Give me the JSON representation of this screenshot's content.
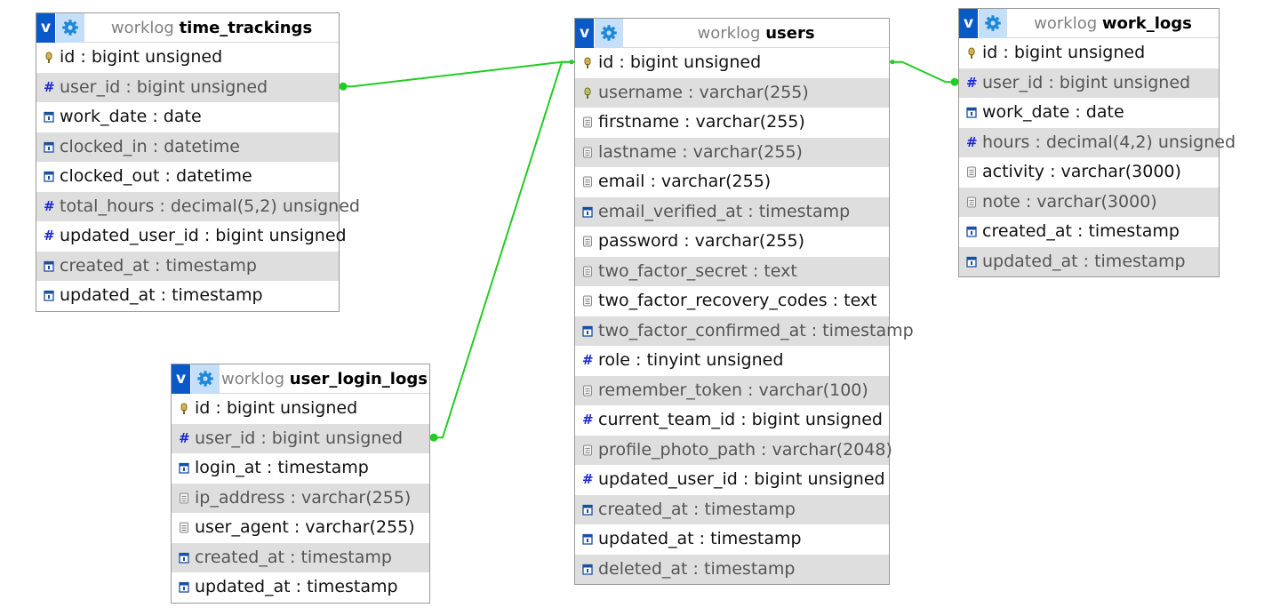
{
  "schema": "worklog",
  "tables": [
    {
      "key": "time_trackings",
      "schema": "worklog",
      "name": "time_trackings",
      "rows": [
        {
          "text": "id : bigint unsigned",
          "icon": "primary-key-icon"
        },
        {
          "text": "user_id : bigint unsigned",
          "icon": "numeric-icon"
        },
        {
          "text": "work_date : date",
          "icon": "date-icon"
        },
        {
          "text": "clocked_in : datetime",
          "icon": "date-icon"
        },
        {
          "text": "clocked_out : datetime",
          "icon": "date-icon"
        },
        {
          "text": "total_hours : decimal(5,2) unsigned",
          "icon": "numeric-icon"
        },
        {
          "text": "updated_user_id : bigint unsigned",
          "icon": "numeric-icon"
        },
        {
          "text": "created_at : timestamp",
          "icon": "date-icon"
        },
        {
          "text": "updated_at : timestamp",
          "icon": "date-icon"
        }
      ]
    },
    {
      "key": "user_login_logs",
      "schema": "worklog",
      "name": "user_login_logs",
      "rows": [
        {
          "text": "id : bigint unsigned",
          "icon": "primary-key-icon"
        },
        {
          "text": "user_id : bigint unsigned",
          "icon": "numeric-icon"
        },
        {
          "text": "login_at : timestamp",
          "icon": "date-icon"
        },
        {
          "text": "ip_address : varchar(255)",
          "icon": "text-icon"
        },
        {
          "text": "user_agent : varchar(255)",
          "icon": "text-icon"
        },
        {
          "text": "created_at : timestamp",
          "icon": "date-icon"
        },
        {
          "text": "updated_at : timestamp",
          "icon": "date-icon"
        }
      ]
    },
    {
      "key": "users",
      "schema": "worklog",
      "name": "users",
      "rows": [
        {
          "text": "id : bigint unsigned",
          "icon": "primary-key-icon"
        },
        {
          "text": "username : varchar(255)",
          "icon": "unique-key-icon"
        },
        {
          "text": "firstname : varchar(255)",
          "icon": "text-icon"
        },
        {
          "text": "lastname : varchar(255)",
          "icon": "text-icon"
        },
        {
          "text": "email : varchar(255)",
          "icon": "text-icon"
        },
        {
          "text": "email_verified_at : timestamp",
          "icon": "date-icon"
        },
        {
          "text": "password : varchar(255)",
          "icon": "text-icon"
        },
        {
          "text": "two_factor_secret : text",
          "icon": "text-icon"
        },
        {
          "text": "two_factor_recovery_codes : text",
          "icon": "text-icon"
        },
        {
          "text": "two_factor_confirmed_at : timestamp",
          "icon": "date-icon"
        },
        {
          "text": "role : tinyint unsigned",
          "icon": "numeric-icon"
        },
        {
          "text": "remember_token : varchar(100)",
          "icon": "text-icon"
        },
        {
          "text": "current_team_id : bigint unsigned",
          "icon": "numeric-icon"
        },
        {
          "text": "profile_photo_path : varchar(2048)",
          "icon": "text-icon"
        },
        {
          "text": "updated_user_id : bigint unsigned",
          "icon": "numeric-icon"
        },
        {
          "text": "created_at : timestamp",
          "icon": "date-icon"
        },
        {
          "text": "updated_at : timestamp",
          "icon": "date-icon"
        },
        {
          "text": "deleted_at : timestamp",
          "icon": "date-icon"
        }
      ]
    },
    {
      "key": "work_logs",
      "schema": "worklog",
      "name": "work_logs",
      "rows": [
        {
          "text": "id : bigint unsigned",
          "icon": "primary-key-icon"
        },
        {
          "text": "user_id : bigint unsigned",
          "icon": "numeric-icon"
        },
        {
          "text": "work_date : date",
          "icon": "date-icon"
        },
        {
          "text": "hours : decimal(4,2) unsigned",
          "icon": "numeric-icon"
        },
        {
          "text": "activity : varchar(3000)",
          "icon": "text-icon"
        },
        {
          "text": "note : varchar(3000)",
          "icon": "text-icon"
        },
        {
          "text": "created_at : timestamp",
          "icon": "date-icon"
        },
        {
          "text": "updated_at : timestamp",
          "icon": "date-icon"
        }
      ]
    }
  ],
  "relations": [
    {
      "from_table": "time_trackings",
      "from_column": "user_id",
      "to_table": "users",
      "to_column": "id"
    },
    {
      "from_table": "user_login_logs",
      "from_column": "user_id",
      "to_table": "users",
      "to_column": "id"
    },
    {
      "from_table": "work_logs",
      "from_column": "user_id",
      "to_table": "users",
      "to_column": "id"
    }
  ],
  "colors": {
    "relation_line": "#22cc22",
    "header_v_button": "#0a59c9",
    "header_gear_button": "#c4dff7",
    "alt_row": "#dedede",
    "numeric_icon": "#1a28d6"
  }
}
